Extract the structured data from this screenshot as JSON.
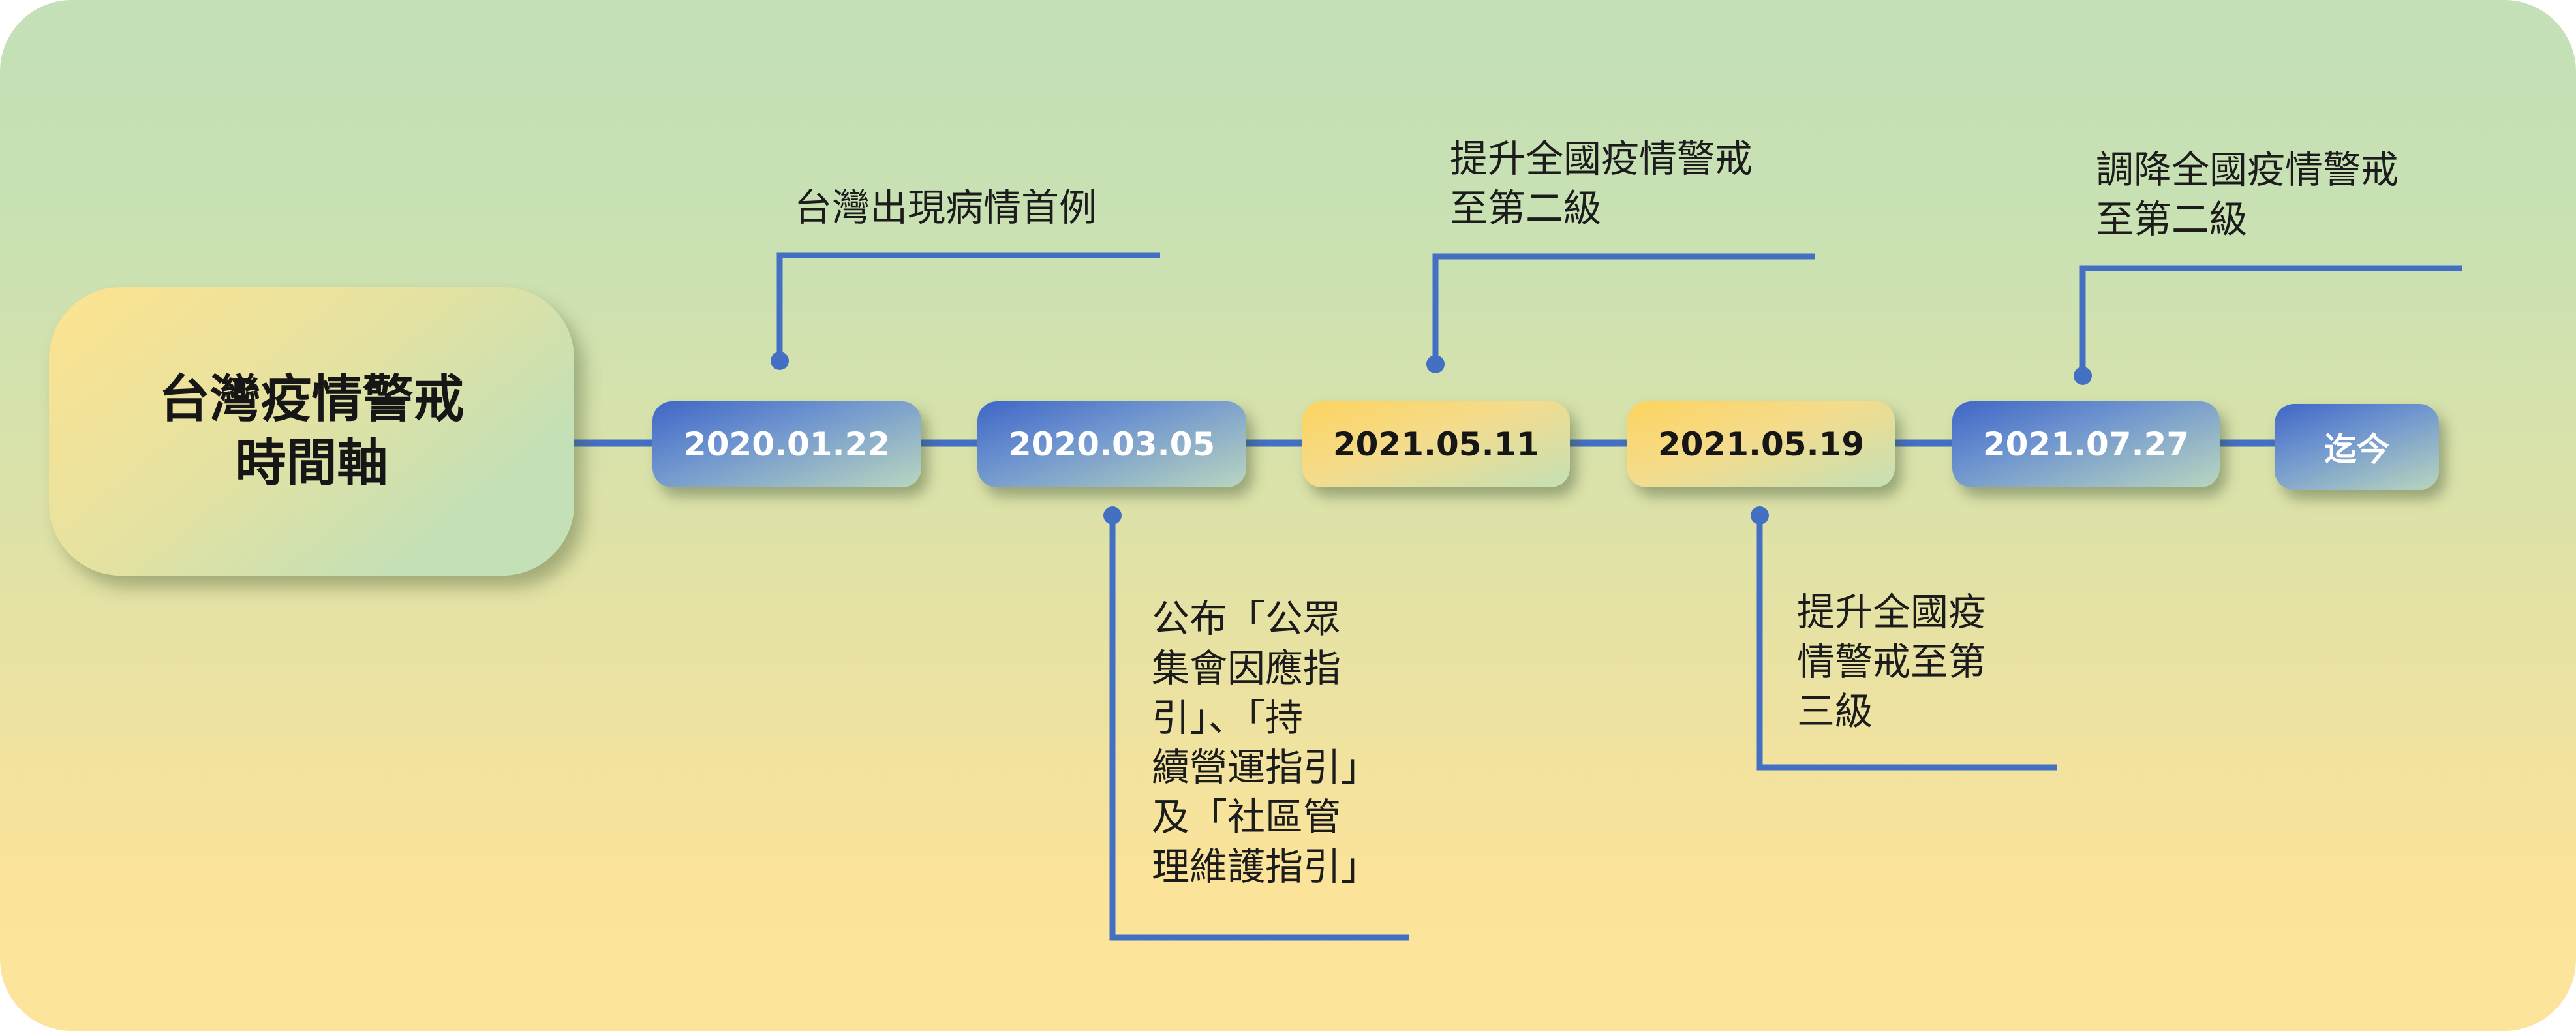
{
  "title": {
    "line1": "台灣疫情警戒",
    "line2": "時間軸"
  },
  "dates": [
    {
      "label": "2020.01.22",
      "style": "blue"
    },
    {
      "label": "2020.03.05",
      "style": "blue"
    },
    {
      "label": "2021.05.11",
      "style": "yellow"
    },
    {
      "label": "2021.05.19",
      "style": "yellow"
    },
    {
      "label": "2021.07.27",
      "style": "blue"
    },
    {
      "label": "迄今",
      "style": "blue"
    }
  ],
  "events": [
    {
      "date": "2020.01.22",
      "lines": [
        "台灣出現病情首例"
      ]
    },
    {
      "date": "2020.03.05",
      "lines": [
        "公布「公眾",
        "集會因應指",
        "引」、「持",
        "續營運指引」",
        "及「社區管",
        "理維護指引」"
      ]
    },
    {
      "date": "2021.05.11",
      "lines": [
        "提升全國疫情警戒",
        "至第二級"
      ]
    },
    {
      "date": "2021.05.19",
      "lines": [
        "提升全國疫",
        "情警戒至第",
        "三級"
      ]
    },
    {
      "date": "2021.07.27",
      "lines": [
        "調降全國疫情警戒",
        "至第二級"
      ]
    }
  ],
  "colors": {
    "line": "#4470c4",
    "pill_blue": "#3f66c7",
    "pill_yellow": "#fdd35e"
  }
}
